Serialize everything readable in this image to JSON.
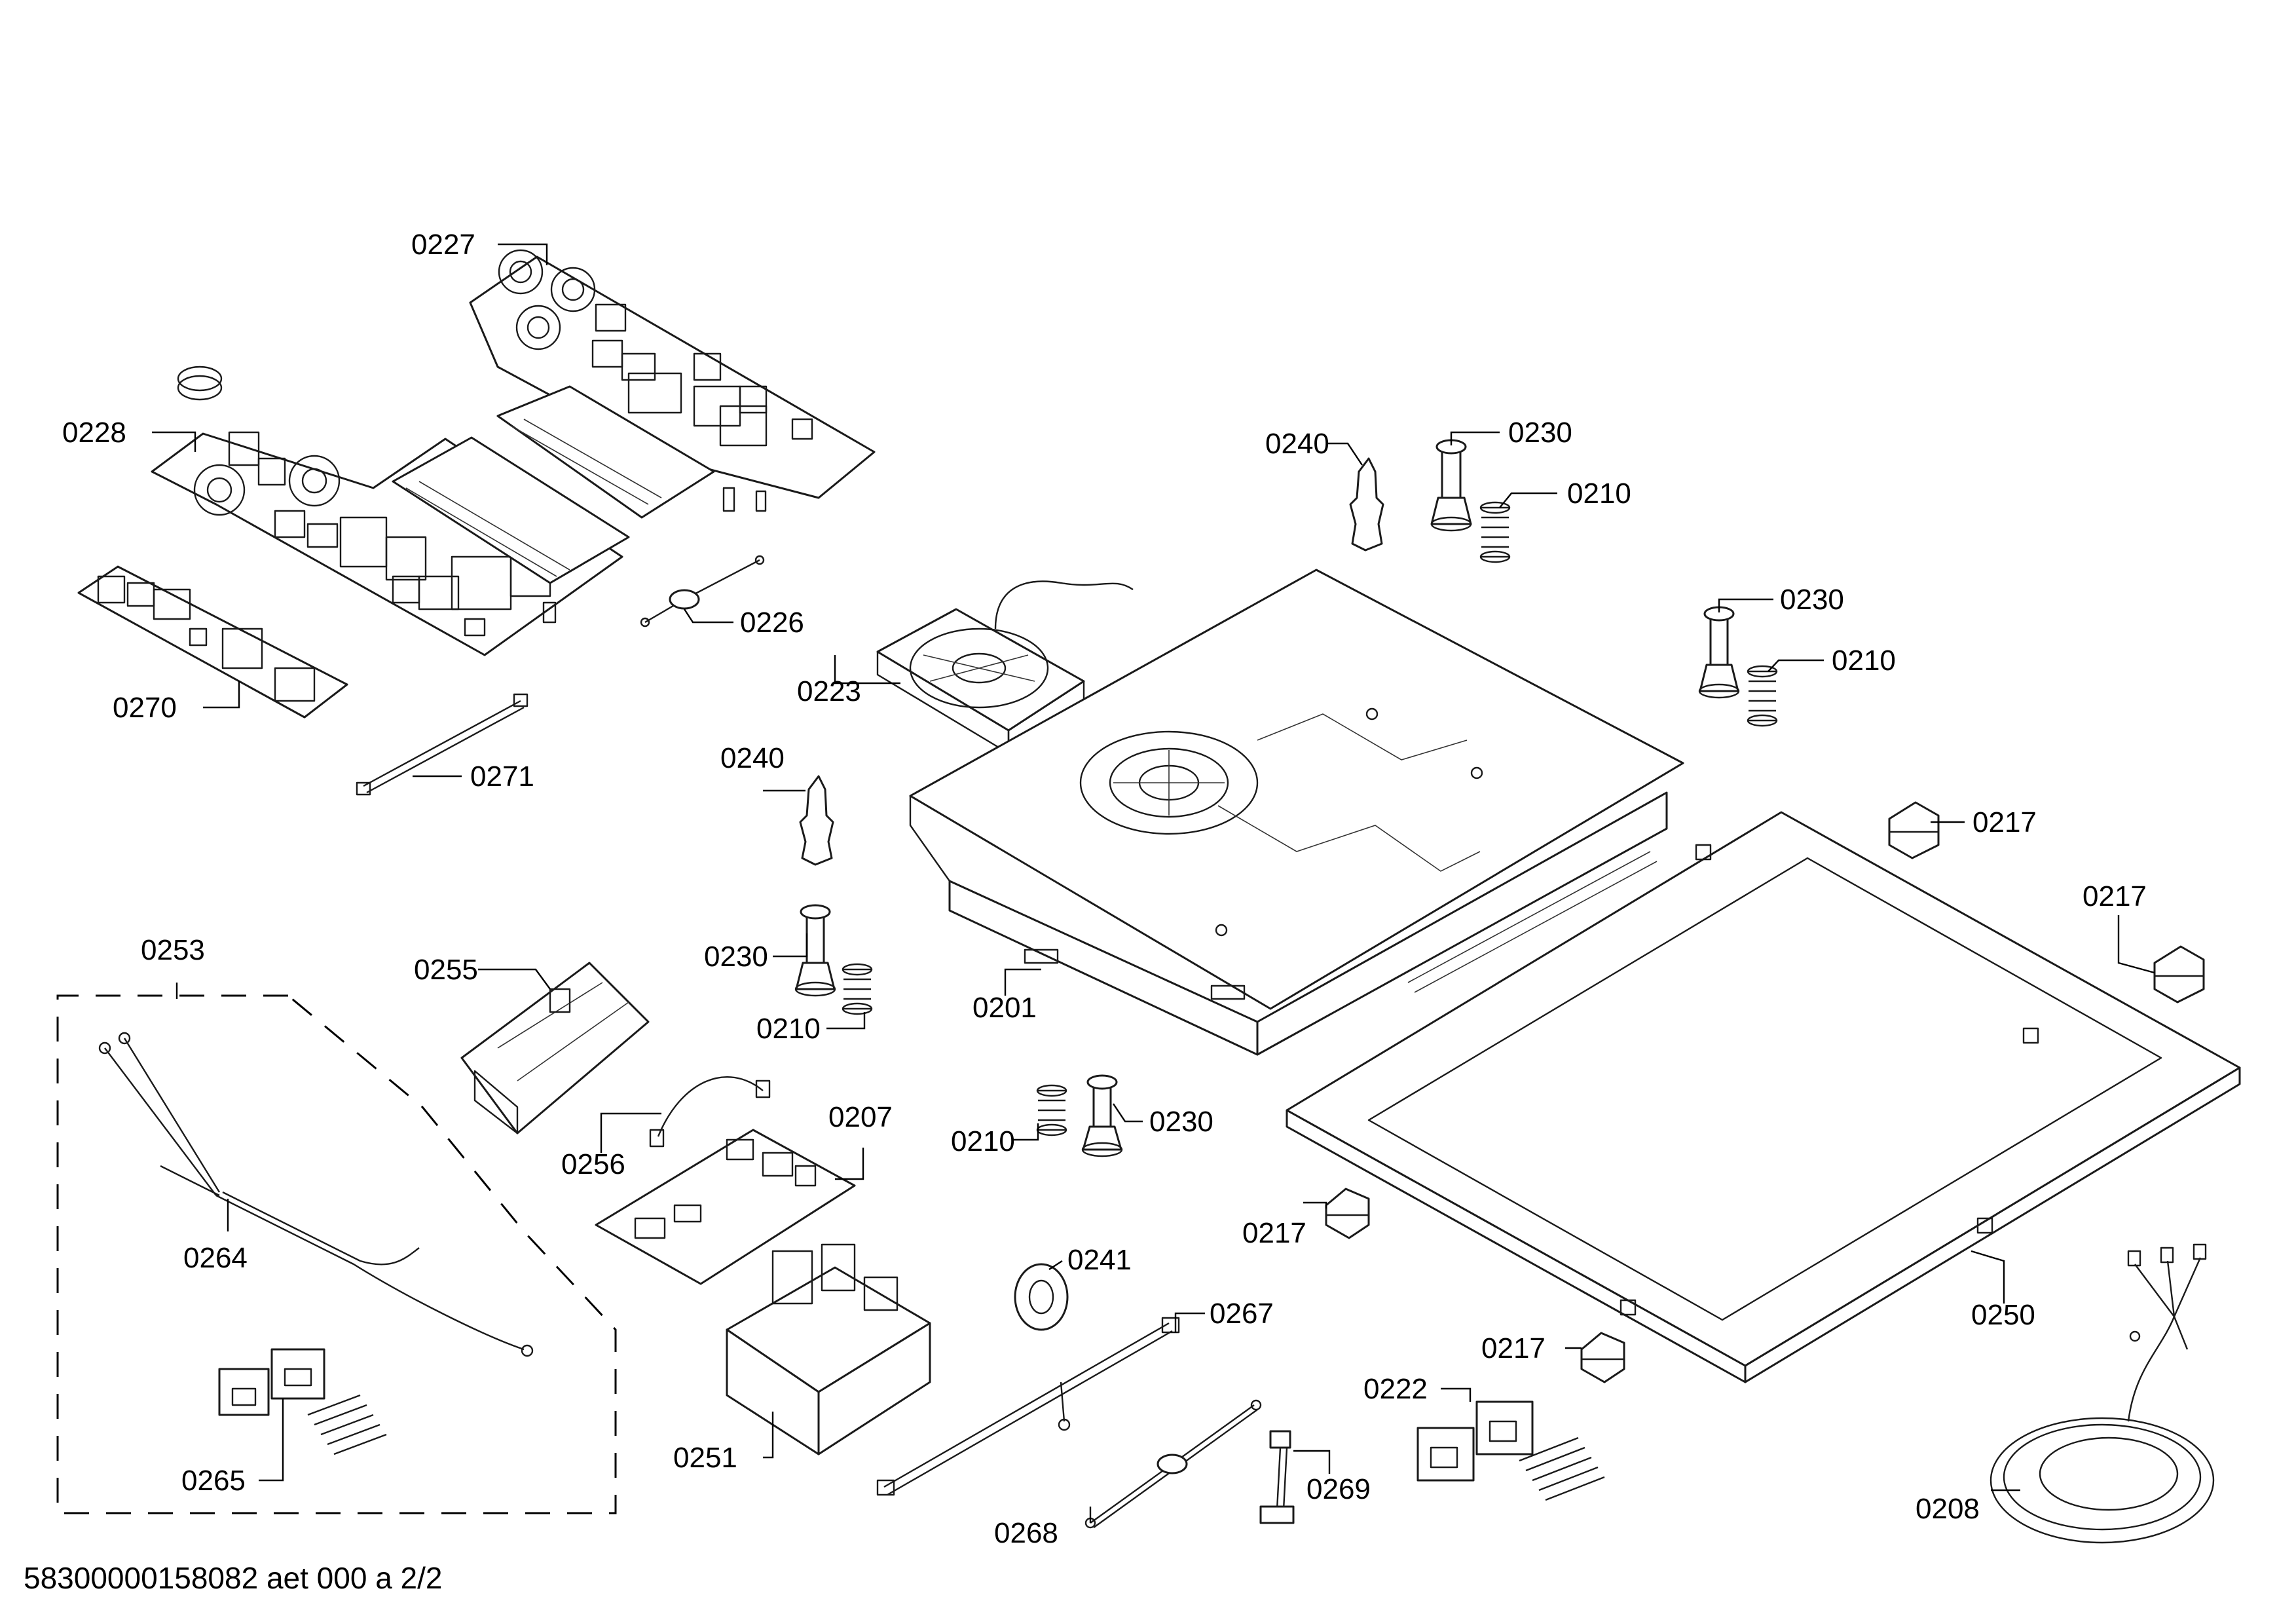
{
  "diagram": {
    "document_code": "58300000158082 aet 000 a 2/2",
    "callouts": {
      "c0227": "0227",
      "c0228": "0228",
      "c0226": "0226",
      "c0270": "0270",
      "c0271": "0271",
      "c0223": "0223",
      "c0240a": "0240",
      "c0230a": "0230",
      "c0210a": "0210",
      "c0230b": "0230",
      "c0210b": "0210",
      "c0240b": "0240",
      "c0230c": "0230",
      "c0210c": "0210",
      "c0201": "0201",
      "c0217a": "0217",
      "c0217b": "0217",
      "c0253": "0253",
      "c0255": "0255",
      "c0256": "0256",
      "c0207": "0207",
      "c0210d": "0210",
      "c0230d": "0230",
      "c0264": "0264",
      "c0241": "0241",
      "c0217c": "0217",
      "c0250": "0250",
      "c0267": "0267",
      "c0217d": "0217",
      "c0222": "0222",
      "c0265": "0265",
      "c0251": "0251",
      "c0269": "0269",
      "c0208": "0208",
      "c0268": "0268"
    }
  }
}
